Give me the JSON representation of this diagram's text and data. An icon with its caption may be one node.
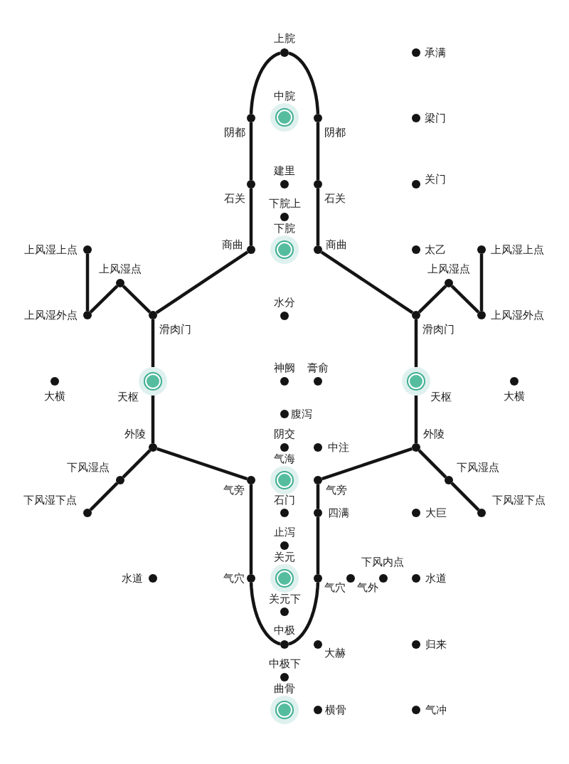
{
  "diagram": {
    "nodes": [
      {
        "text": [],
        "shape": "circle",
        "beside": [
          "上脘"
        ]
      },
      {
        "text": [],
        "shape": "circle",
        "beside": [
          "承满"
        ]
      },
      {
        "text": [],
        "shape": "circle",
        "beside": [
          "阴都"
        ]
      },
      {
        "text": [],
        "shape": "ring",
        "beside": [
          "中脘"
        ]
      },
      {
        "text": [],
        "shape": "circle",
        "beside": [
          "阴都"
        ]
      },
      {
        "text": [],
        "shape": "circle",
        "beside": [
          "梁门"
        ]
      },
      {
        "text": [],
        "shape": "circle",
        "beside": [
          "石关"
        ]
      },
      {
        "text": [],
        "shape": "circle",
        "beside": [
          "建里"
        ]
      },
      {
        "text": [],
        "shape": "circle",
        "beside": [
          "石关"
        ]
      },
      {
        "text": [],
        "shape": "circle",
        "beside": [
          "关门"
        ]
      },
      {
        "text": [],
        "shape": "circle",
        "beside": [
          "下脘上"
        ]
      },
      {
        "text": [],
        "shape": "circle",
        "beside": [
          "上风湿上点"
        ]
      },
      {
        "text": [],
        "shape": "circle",
        "beside": [
          "商曲"
        ]
      },
      {
        "text": [],
        "shape": "ring",
        "beside": [
          "下脘"
        ]
      },
      {
        "text": [],
        "shape": "circle",
        "beside": [
          "商曲"
        ]
      },
      {
        "text": [],
        "shape": "circle",
        "beside": [
          "太乙"
        ]
      },
      {
        "text": [],
        "shape": "circle",
        "beside": [
          "上风湿上点"
        ]
      },
      {
        "text": [],
        "shape": "circle",
        "beside": [
          "上风湿点"
        ]
      },
      {
        "text": [],
        "shape": "circle",
        "beside": [
          "上风湿点"
        ]
      },
      {
        "text": [],
        "shape": "circle",
        "beside": [
          "上风湿外点"
        ]
      },
      {
        "text": [],
        "shape": "circle",
        "beside": [
          "滑肉门"
        ]
      },
      {
        "text": [],
        "shape": "circle",
        "beside": [
          "水分"
        ]
      },
      {
        "text": [],
        "shape": "circle",
        "beside": [
          "滑肉门"
        ]
      },
      {
        "text": [],
        "shape": "circle",
        "beside": [
          "上风湿外点"
        ]
      },
      {
        "text": [],
        "shape": "circle",
        "beside": [
          "大横"
        ]
      },
      {
        "text": [],
        "shape": "ring",
        "beside": [
          "天枢"
        ]
      },
      {
        "text": [],
        "shape": "circle",
        "beside": [
          "神阙"
        ]
      },
      {
        "text": [],
        "shape": "circle",
        "beside": [
          "膏俞"
        ]
      },
      {
        "text": [],
        "shape": "ring",
        "beside": [
          "天枢"
        ]
      },
      {
        "text": [],
        "shape": "circle",
        "beside": [
          "大横"
        ]
      },
      {
        "text": [],
        "shape": "circle",
        "beside": [
          "腹泻"
        ]
      },
      {
        "text": [],
        "shape": "circle",
        "beside": [
          "外陵"
        ]
      },
      {
        "text": [],
        "shape": "circle",
        "beside": [
          "阴交"
        ]
      },
      {
        "text": [],
        "shape": "circle",
        "beside": [
          "中注"
        ]
      },
      {
        "text": [],
        "shape": "circle",
        "beside": [
          "外陵"
        ]
      },
      {
        "text": [],
        "shape": "circle",
        "beside": [
          "下风湿点"
        ]
      },
      {
        "text": [],
        "shape": "circle",
        "beside": [
          "气旁"
        ]
      },
      {
        "text": [],
        "shape": "ring",
        "beside": [
          "气海"
        ]
      },
      {
        "text": [],
        "shape": "circle",
        "beside": [
          "气旁"
        ]
      },
      {
        "text": [],
        "shape": "circle",
        "beside": [
          "下风湿点"
        ]
      },
      {
        "text": [],
        "shape": "circle",
        "beside": [
          "下风湿下点"
        ]
      },
      {
        "text": [],
        "shape": "circle",
        "beside": [
          "石门"
        ]
      },
      {
        "text": [],
        "shape": "circle",
        "beside": [
          "四满"
        ]
      },
      {
        "text": [],
        "shape": "circle",
        "beside": [
          "大巨"
        ]
      },
      {
        "text": [],
        "shape": "circle",
        "beside": [
          "下风湿下点"
        ]
      },
      {
        "text": [],
        "shape": "circle",
        "beside": [
          "止泻"
        ]
      },
      {
        "text": [],
        "shape": "circle",
        "beside": [
          "水道"
        ]
      },
      {
        "text": [],
        "shape": "circle",
        "beside": [
          "气穴"
        ]
      },
      {
        "text": [],
        "shape": "ring",
        "beside": [
          "关元"
        ]
      },
      {
        "text": [],
        "shape": "circle",
        "beside": [
          "气穴"
        ]
      },
      {
        "text": [],
        "shape": "circle",
        "beside": [
          "气外"
        ]
      },
      {
        "text": [],
        "shape": "circle",
        "beside": [
          "下风内点"
        ]
      },
      {
        "text": [],
        "shape": "circle",
        "beside": [
          "水道"
        ]
      },
      {
        "text": [],
        "shape": "circle",
        "beside": [
          "关元下"
        ]
      },
      {
        "text": [],
        "shape": "circle",
        "beside": [
          "中极"
        ]
      },
      {
        "text": [],
        "shape": "circle",
        "beside": [
          "大赫"
        ]
      },
      {
        "text": [],
        "shape": "circle",
        "beside": [
          "归来"
        ]
      },
      {
        "text": [],
        "shape": "circle",
        "beside": [
          "中极下"
        ]
      },
      {
        "text": [],
        "shape": "ring",
        "beside": [
          "曲骨"
        ]
      },
      {
        "text": [],
        "shape": "circle",
        "beside": [
          "横骨"
        ]
      },
      {
        "text": [],
        "shape": "circle",
        "beside": [
          "气冲"
        ]
      }
    ],
    "edges": [
      {
        "from": 0,
        "to": 2,
        "arrow": "none"
      },
      {
        "from": 0,
        "to": 4,
        "arrow": "none"
      },
      {
        "from": 2,
        "to": 6,
        "arrow": "none"
      },
      {
        "from": 6,
        "to": 12,
        "arrow": "none"
      },
      {
        "from": 4,
        "to": 8,
        "arrow": "none"
      },
      {
        "from": 8,
        "to": 14,
        "arrow": "none"
      },
      {
        "from": 12,
        "to": 20,
        "arrow": "none"
      },
      {
        "from": 14,
        "to": 22,
        "arrow": "none"
      },
      {
        "from": 20,
        "to": 17,
        "arrow": "none"
      },
      {
        "from": 17,
        "to": 19,
        "arrow": "none"
      },
      {
        "from": 19,
        "to": 11,
        "arrow": "none"
      },
      {
        "from": 22,
        "to": 18,
        "arrow": "none"
      },
      {
        "from": 18,
        "to": 23,
        "arrow": "none"
      },
      {
        "from": 23,
        "to": 16,
        "arrow": "none"
      },
      {
        "from": 20,
        "to": 25,
        "arrow": "none"
      },
      {
        "from": 25,
        "to": 31,
        "arrow": "none"
      },
      {
        "from": 22,
        "to": 28,
        "arrow": "none"
      },
      {
        "from": 28,
        "to": 34,
        "arrow": "none"
      },
      {
        "from": 31,
        "to": 35,
        "arrow": "none"
      },
      {
        "from": 35,
        "to": 40,
        "arrow": "none"
      },
      {
        "from": 31,
        "to": 36,
        "arrow": "none"
      },
      {
        "from": 34,
        "to": 39,
        "arrow": "none"
      },
      {
        "from": 39,
        "to": 44,
        "arrow": "none"
      },
      {
        "from": 34,
        "to": 38,
        "arrow": "none"
      },
      {
        "from": 36,
        "to": 47,
        "arrow": "none"
      },
      {
        "from": 38,
        "to": 42,
        "arrow": "none"
      },
      {
        "from": 42,
        "to": 49,
        "arrow": "none"
      },
      {
        "from": 47,
        "to": 54,
        "arrow": "none"
      },
      {
        "from": 49,
        "to": 54,
        "arrow": "none"
      }
    ]
  }
}
